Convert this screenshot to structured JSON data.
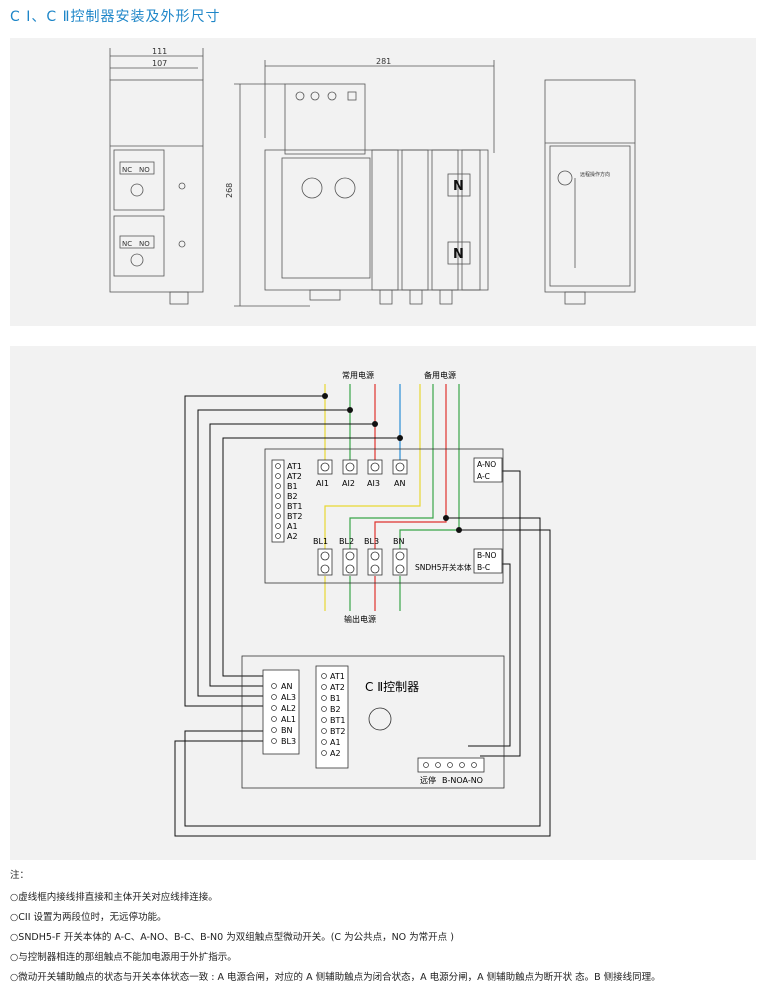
{
  "title": "C Ⅰ、C Ⅱ控制器安装及外形尺寸",
  "dimensions": {
    "side_outer": "111",
    "side_inner": "107",
    "front_width": "281",
    "height": "268",
    "side_labels": [
      "NC",
      "NO"
    ],
    "neutral_label": "N",
    "right_side_label": "远程操作方向"
  },
  "wiring": {
    "common_power": "常用电源",
    "backup_power": "备用电源",
    "output_power": "输出电源",
    "left_terminals": [
      "AT1",
      "AT2",
      "B1",
      "B2",
      "BT1",
      "BT2",
      "A1",
      "A2"
    ],
    "top_terminals": [
      "AI1",
      "AI2",
      "AI3",
      "AN"
    ],
    "bottom_terminals": [
      "BL1",
      "BL2",
      "BL3",
      "BN"
    ],
    "a_contacts": [
      "A-NO",
      "A-C"
    ],
    "b_contacts": [
      "B-NO",
      "B-C"
    ],
    "switch_body": "SNDH5开关本体",
    "controller_title": "C Ⅱ控制器",
    "ctrl_left_terminals": [
      "AN",
      "AL3",
      "AL2",
      "AL1",
      "BN",
      "BL3"
    ],
    "ctrl_mid_terminals": [
      "AT1",
      "AT2",
      "B1",
      "B2",
      "BT1",
      "BT2",
      "A1",
      "A2"
    ],
    "remote_stop": "远停",
    "b_noa_no": "B-NOA-NO"
  },
  "notes": {
    "heading": "注：",
    "items": [
      "○虚线框内接线排直接和主体开关对应线排连接。",
      "○CII 设置为两段位时，无远停功能。",
      "○SNDH5-F 开关本体的 A-C、A-NO、B-C、B-N0 为双组触点型微动开关。(C 为公共点，NO 为常开点 )",
      "○与控制器相连的那组触点不能加电源用于外扩指示。",
      "○微动开关辅助触点的状态与开关本体状态一致 : A 电源合闸，对应的 A 侧辅助触点为闭合状态，A 电源分闸，A 侧辅助触点为断开状 态。B 侧接线同理。"
    ]
  },
  "colors": {
    "title": "#1e86c8",
    "panel": "#f2f2f2",
    "yellow": "#e8d833",
    "green": "#3aa54a",
    "red": "#e0332f",
    "blue": "#2a8fd6"
  }
}
